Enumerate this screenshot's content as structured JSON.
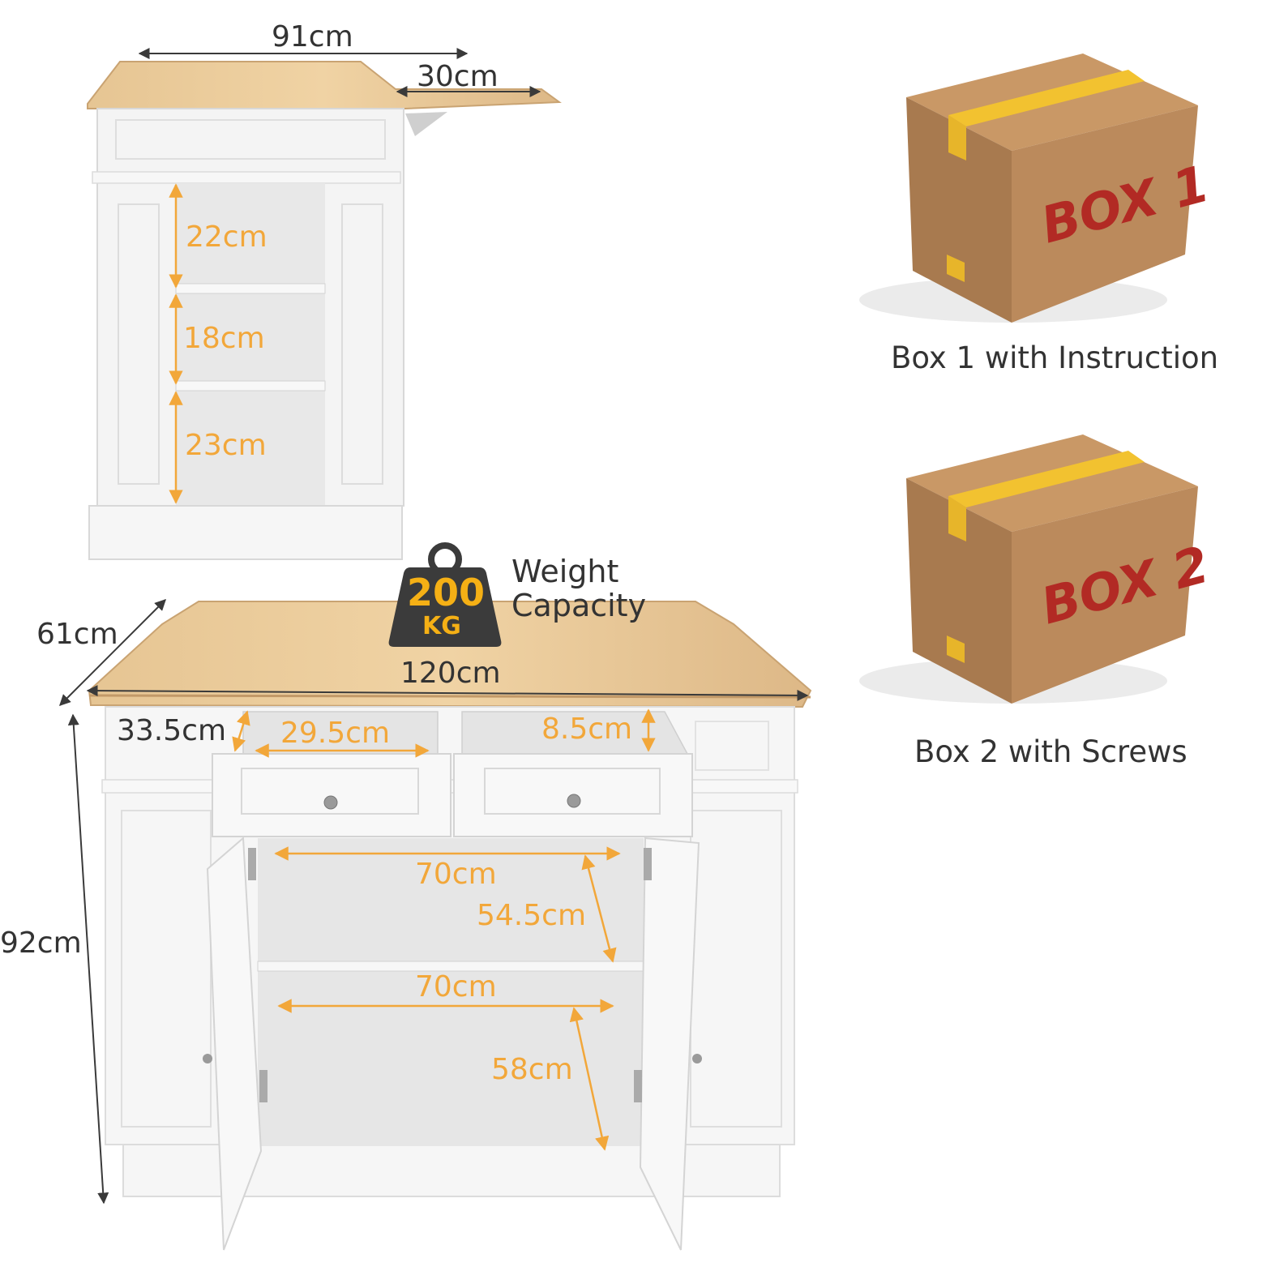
{
  "colors": {
    "wood": "#e3c08f",
    "cabinet": "#f6f6f6",
    "interior": "#e6e6e6",
    "dim_line": "#3a3a3a",
    "dim_orange": "#f2a73a",
    "box": "#b9875a",
    "tape": "#f2c230",
    "box_text": "#b22a24",
    "weight_icon": "#3b3b3b",
    "weight_text": "#f5b015"
  },
  "side_view": {
    "width": "91cm",
    "leaf_width": "30cm",
    "shelf_heights": [
      "22cm",
      "18cm",
      "23cm"
    ]
  },
  "front_view": {
    "depth": "61cm",
    "length": "120cm",
    "height": "92cm",
    "drawer_depth": "33.5cm",
    "drawer_width": "29.5cm",
    "drawer_height": "8.5cm",
    "upper_shelf_width": "70cm",
    "upper_shelf_height": "54.5cm",
    "lower_shelf_width": "70cm",
    "lower_shelf_height": "58cm"
  },
  "weight": {
    "value": "200",
    "unit": "KG",
    "label_line1": "Weight",
    "label_line2": "Capacity"
  },
  "boxes": [
    {
      "box_text": "BOX 1",
      "caption": "Box 1 with Instruction"
    },
    {
      "box_text": "BOX 2",
      "caption": "Box 2 with Screws"
    }
  ]
}
